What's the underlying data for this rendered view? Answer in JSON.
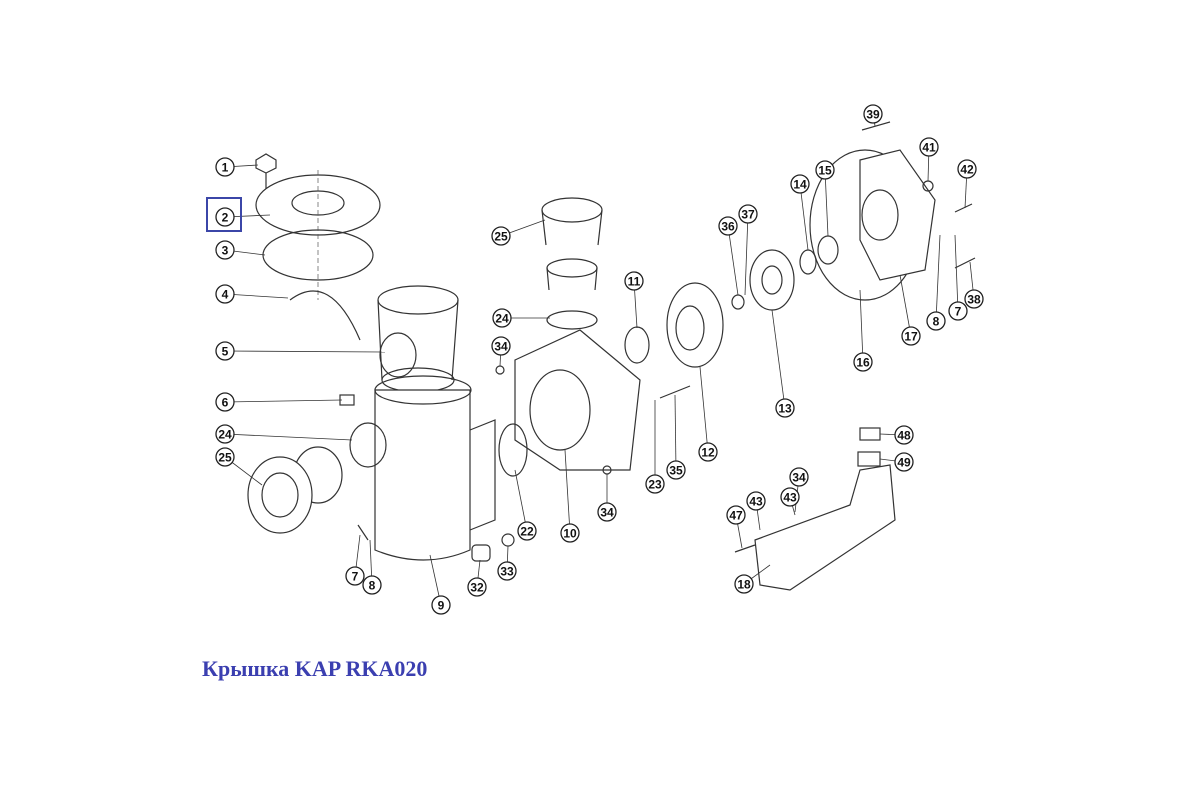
{
  "caption": "Крышка KAP RKA020",
  "highlighted_part": "2",
  "colors": {
    "caption": "#3b3fb0",
    "highlight": "#3b46a8"
  },
  "callouts": [
    "1",
    "2",
    "3",
    "4",
    "5",
    "6",
    "24",
    "25",
    "7",
    "8",
    "9",
    "32",
    "33",
    "22",
    "10",
    "34",
    "24",
    "25",
    "34",
    "23",
    "35",
    "11",
    "12",
    "13",
    "36",
    "37",
    "14",
    "15",
    "39",
    "41",
    "42",
    "16",
    "17",
    "8",
    "7",
    "38",
    "48",
    "49",
    "34",
    "43",
    "43",
    "47",
    "18"
  ]
}
